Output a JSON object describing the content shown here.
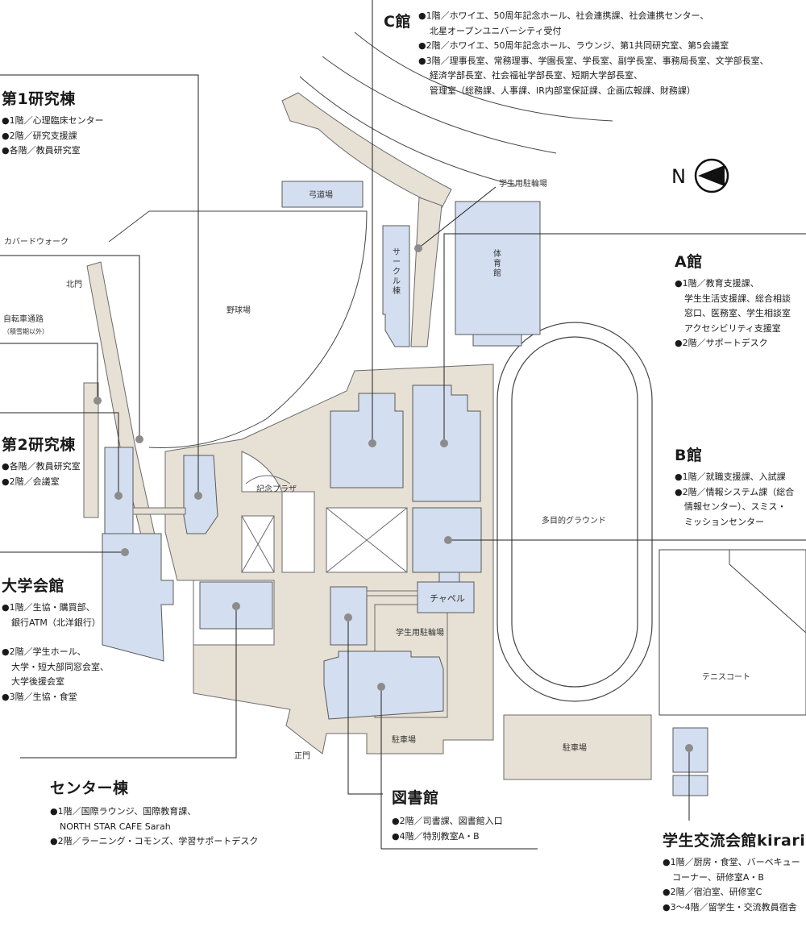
{
  "compass": {
    "letter": "N"
  },
  "buildings": {
    "c": {
      "title": "C館",
      "lines": [
        "●1階／ホワイエ、50周年記念ホール、社会連携課、社会連携センター、",
        "北星オープンユニバーシティ受付",
        "●2階／ホワイエ、50周年記念ホール、ラウンジ、第1共同研究室、第5会議室",
        "●3階／理事長室、常務理事、学園長室、学長室、副学長室、事務局長室、文学部長室、",
        "経済学部長室、社会福祉学部長室、短期大学部長室、",
        "管理室（総務課、人事課、IR内部室保証課、企画広報課、財務課）"
      ]
    },
    "r1": {
      "title": "第1研究棟",
      "lines": [
        "●1階／心理臨床センター",
        "●2階／研究支援課",
        "●各階／教員研究室"
      ]
    },
    "a": {
      "title": "A館",
      "lines": [
        "●1階／教育支援課、",
        "学生生活支援課、総合相談",
        "窓口、医務室、学生相談室",
        "アクセシビリティ支援室",
        "●2階／サポートデスク"
      ]
    },
    "b": {
      "title": "B館",
      "lines": [
        "●1階／就職支援課、入試課",
        "●2階／情報システム課（総合",
        "情報センター）、スミス・",
        "ミッションセンター"
      ]
    },
    "r2": {
      "title": "第2研究棟",
      "lines": [
        "●各階／教員研究室",
        "●2階／会議室"
      ]
    },
    "hall": {
      "title": "大学会館",
      "lines": [
        "●1階／生協・購買部、",
        "銀行ATM（北洋銀行）",
        "",
        "●2階／学生ホール、",
        "大学・短大部同窓会室、",
        "大学後援会室",
        "●3階／生協・食堂"
      ]
    },
    "center": {
      "title": "センター棟",
      "lines": [
        "●1階／国際ラウンジ、国際教育課、",
        "NORTH STAR CAFE Sarah",
        "●2階／ラーニング・コモンズ、学習サポートデスク"
      ]
    },
    "lib": {
      "title": "図書館",
      "lines": [
        "●2階／司書課、図書館入口",
        "●4階／特別教室A・B"
      ]
    },
    "kirari": {
      "title": "学生交流会館kirari",
      "lines": [
        "●1階／厨房・食堂、バーベキュー",
        "コーナー、研修室A・B",
        "●2階／宿泊室、研修室C",
        "●3〜4階／留学生・交流教員宿舎"
      ]
    }
  },
  "places": {
    "covered_walk": "カバードウォーク",
    "north_gate": "北門",
    "bike_path": "自転車通路",
    "bike_path_note": "（積雪期以外）",
    "archery": "弓道場",
    "baseball": "野球場",
    "bike_parking_top": "学生用駐輪場",
    "circle": "サークル棟",
    "gym": "体育館",
    "plaza": "記念プラザ",
    "ground": "多目的グラウンド",
    "chapel": "チャペル",
    "bike_parking_mid": "学生用駐輪場",
    "parking1": "駐車場",
    "parking2": "駐車場",
    "tennis": "テニスコート",
    "main_gate": "正門"
  },
  "colors": {
    "building": "#d3def0",
    "path": "#e7e0d4",
    "stroke": "#595959"
  }
}
